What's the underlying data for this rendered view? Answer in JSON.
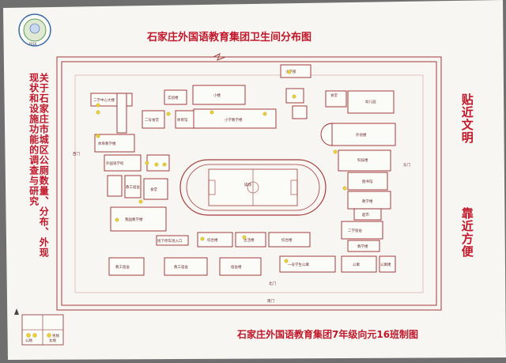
{
  "title": "石家庄外国语教育集团卫生间分布图",
  "left_title": "关于石家庄市城区公厕数量、分布、外现现状和设施功能的调查与研究",
  "right_title_1": "贴近文明",
  "right_title_2": "靠近方便",
  "footer": "石家庄外国语教育集团7年级向元16班制图",
  "logo_year": "2016",
  "buildings": [
    {
      "id": "b1",
      "label": "小学部"
    },
    {
      "id": "b2",
      "label": "二学中心大楼"
    },
    {
      "id": "b3",
      "label": "小楼"
    },
    {
      "id": "b4",
      "label": "实验楼"
    },
    {
      "id": "b5",
      "label": "二号食堂"
    },
    {
      "id": "b6",
      "label": "体育馆"
    },
    {
      "id": "b7",
      "label": "小学教学楼"
    },
    {
      "id": "b8",
      "label": "体育教学楼"
    },
    {
      "id": "b9",
      "label": "食堂"
    },
    {
      "id": "b10",
      "label": "幼儿园"
    },
    {
      "id": "b11",
      "label": "外语楼"
    },
    {
      "id": "b12",
      "label": "科技楼"
    },
    {
      "id": "b13",
      "label": "图书馆"
    },
    {
      "id": "b14",
      "label": "教学楼"
    },
    {
      "id": "b15",
      "label": "外国语学校"
    },
    {
      "id": "b16",
      "label": "教工宿舍"
    },
    {
      "id": "b17",
      "label": "食堂"
    },
    {
      "id": "b18",
      "label": "我国教学楼"
    },
    {
      "id": "b19",
      "label": "地下停车场入口"
    },
    {
      "id": "b20",
      "label": "综合楼"
    },
    {
      "id": "b21",
      "label": "生活楼"
    },
    {
      "id": "b22",
      "label": "综合楼"
    },
    {
      "id": "b23",
      "label": "二学宿舍"
    },
    {
      "id": "b24",
      "label": "教学楼"
    },
    {
      "id": "b25",
      "label": "超市"
    },
    {
      "id": "b26",
      "label": "教工宿舍"
    },
    {
      "id": "b27",
      "label": "教工宿舍"
    },
    {
      "id": "b28",
      "label": "宿舍楼"
    },
    {
      "id": "b29",
      "label": "一号学生公寓"
    },
    {
      "id": "b30",
      "label": "公寓"
    },
    {
      "id": "b31",
      "label": "公寓楼"
    },
    {
      "id": "b32",
      "label": "东门"
    },
    {
      "id": "b33",
      "label": "西门"
    },
    {
      "id": "b34",
      "label": "南门"
    },
    {
      "id": "b35",
      "label": "北门"
    }
  ],
  "field_label": "操场",
  "legend": {
    "item1": "男厕",
    "item2": "女厕",
    "item3": "公厕"
  }
}
